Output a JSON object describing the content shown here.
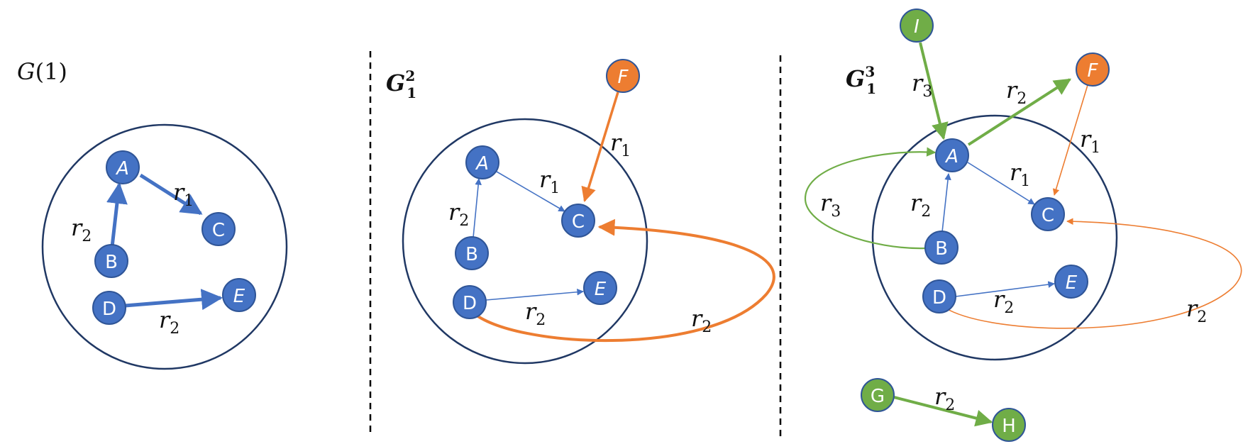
{
  "colors": {
    "blue": "#4472C4",
    "blue_dark": "#2F5597",
    "circle_stroke": "#203864",
    "orange": "#ED7D31",
    "green": "#70AD47",
    "dash": "#000000"
  },
  "panels": [
    {
      "title": {
        "main": "G",
        "paren": "(1)"
      },
      "nodes": [
        {
          "label": "A"
        },
        {
          "label": "B"
        },
        {
          "label": "C"
        },
        {
          "label": "D"
        },
        {
          "label": "E"
        }
      ],
      "edges": [
        {
          "from": "B",
          "to": "A",
          "rel": "r",
          "sub": "2"
        },
        {
          "from": "A",
          "to": "C",
          "rel": "r",
          "sub": "1"
        },
        {
          "from": "D",
          "to": "E",
          "rel": "r",
          "sub": "2"
        }
      ]
    },
    {
      "title": {
        "main": "G",
        "sub": "1",
        "sup": "2"
      },
      "nodes": [
        {
          "label": "A"
        },
        {
          "label": "B"
        },
        {
          "label": "C"
        },
        {
          "label": "D"
        },
        {
          "label": "E"
        },
        {
          "label": "F"
        }
      ],
      "edges": [
        {
          "from": "B",
          "to": "A",
          "rel": "r",
          "sub": "2"
        },
        {
          "from": "A",
          "to": "C",
          "rel": "r",
          "sub": "1"
        },
        {
          "from": "D",
          "to": "E",
          "rel": "r",
          "sub": "2"
        },
        {
          "from": "F",
          "to": "C",
          "rel": "r",
          "sub": "1"
        },
        {
          "from": "D",
          "to": "C",
          "rel": "r",
          "sub": "2"
        }
      ]
    },
    {
      "title": {
        "main": "G",
        "sub": "1",
        "sup": "3"
      },
      "nodes": [
        {
          "label": "A"
        },
        {
          "label": "B"
        },
        {
          "label": "C"
        },
        {
          "label": "D"
        },
        {
          "label": "E"
        },
        {
          "label": "F"
        },
        {
          "label": "I"
        },
        {
          "label": "G"
        },
        {
          "label": "H"
        }
      ],
      "edges": [
        {
          "from": "B",
          "to": "A",
          "rel": "r",
          "sub": "2"
        },
        {
          "from": "A",
          "to": "C",
          "rel": "r",
          "sub": "1"
        },
        {
          "from": "D",
          "to": "E",
          "rel": "r",
          "sub": "2"
        },
        {
          "from": "F",
          "to": "C",
          "rel": "r",
          "sub": "1"
        },
        {
          "from": "D",
          "to": "C",
          "rel": "r",
          "sub": "2"
        },
        {
          "from": "I",
          "to": "A",
          "rel": "r",
          "sub": "3"
        },
        {
          "from": "A",
          "to": "F",
          "rel": "r",
          "sub": "2"
        },
        {
          "from": "B",
          "to": "A",
          "rel": "r",
          "sub": "3"
        },
        {
          "from": "G",
          "to": "H",
          "rel": "r",
          "sub": "2"
        }
      ]
    }
  ]
}
